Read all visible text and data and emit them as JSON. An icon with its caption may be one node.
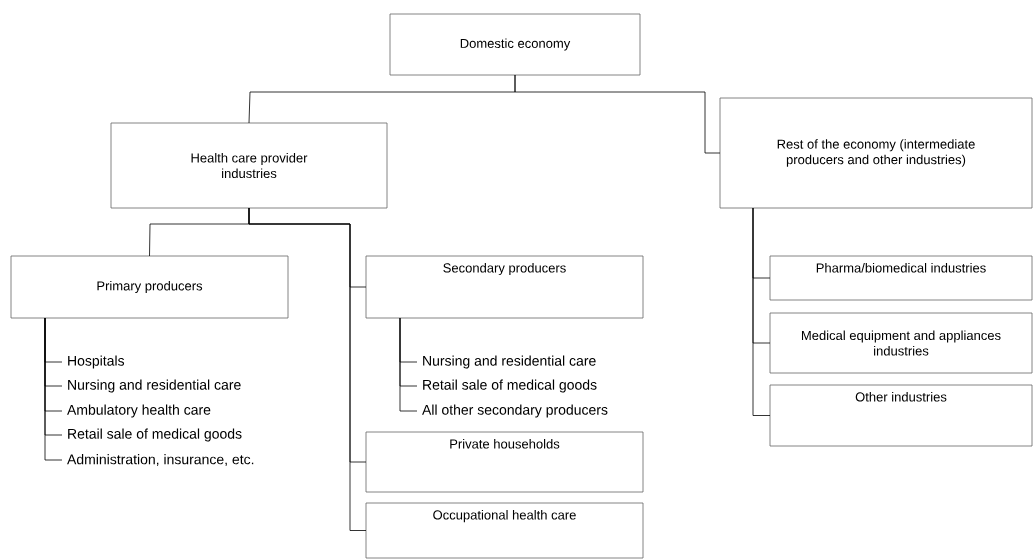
{
  "diagram": {
    "nodes": [
      {
        "text": [
          "Domestic economy"
        ]
      },
      {
        "text": [
          "Health care provider industries"
        ]
      },
      {
        "text": [
          "Rest of the economy (intermediate producers and other industries)"
        ]
      },
      {
        "text": [
          "Primary producers"
        ]
      },
      {
        "text": [
          "Secondary producers"
        ]
      },
      {
        "text": [
          "Hospitals"
        ]
      },
      {
        "text": [
          "Nursing and residential care"
        ]
      },
      {
        "text": [
          "Ambulatory health care"
        ]
      },
      {
        "text": [
          "Retail sale of medical goods"
        ]
      },
      {
        "text": [
          "Administration, insurance, etc."
        ]
      },
      {
        "text": [
          "Nursing and residential care"
        ]
      },
      {
        "text": [
          "Retail sale of medical goods"
        ]
      },
      {
        "text": [
          "All other secondary producers"
        ]
      },
      {
        "text": [
          "Private households"
        ]
      },
      {
        "text": [
          "Occupational health care"
        ]
      },
      {
        "text": [
          "Pharma/biomedical industries"
        ]
      },
      {
        "text": [
          "Medical equipment and appliances industries"
        ]
      },
      {
        "text": [
          "Other industries"
        ]
      }
    ],
    "edges": [
      {
        "from": 0,
        "to": 1,
        "arrow": "none"
      },
      {
        "from": 0,
        "to": 2,
        "arrow": "none"
      },
      {
        "from": 1,
        "to": 3,
        "arrow": "none"
      },
      {
        "from": 1,
        "to": 4,
        "arrow": "none"
      },
      {
        "from": 1,
        "to": 13,
        "arrow": "none"
      },
      {
        "from": 1,
        "to": 14,
        "arrow": "none"
      },
      {
        "from": 3,
        "to": 5,
        "arrow": "none"
      },
      {
        "from": 3,
        "to": 6,
        "arrow": "none"
      },
      {
        "from": 3,
        "to": 7,
        "arrow": "none"
      },
      {
        "from": 3,
        "to": 8,
        "arrow": "none"
      },
      {
        "from": 3,
        "to": 9,
        "arrow": "none"
      },
      {
        "from": 4,
        "to": 10,
        "arrow": "none"
      },
      {
        "from": 4,
        "to": 11,
        "arrow": "none"
      },
      {
        "from": 4,
        "to": 12,
        "arrow": "none"
      },
      {
        "from": 2,
        "to": 15,
        "arrow": "none"
      },
      {
        "from": 2,
        "to": 16,
        "arrow": "none"
      },
      {
        "from": 2,
        "to": 17,
        "arrow": "none"
      }
    ]
  }
}
